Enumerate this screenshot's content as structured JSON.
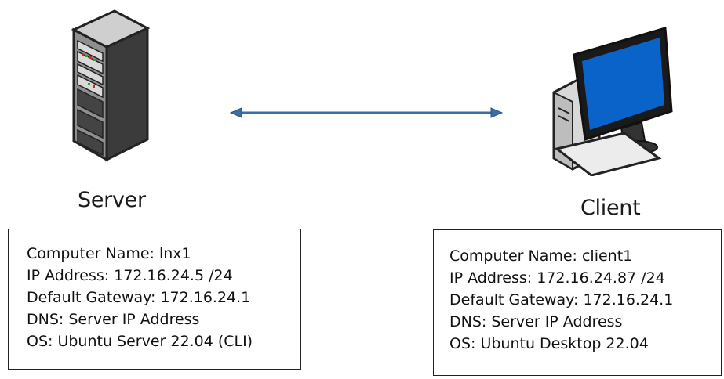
{
  "server": {
    "label": "Server",
    "icon": "server-tower-icon",
    "info": [
      "Computer Name: lnx1",
      "IP Address: 172.16.24.5 /24",
      "Default Gateway: 172.16.24.1",
      "DNS: Server IP Address",
      "OS: Ubuntu Server 22.04 (CLI)"
    ]
  },
  "client": {
    "label": "Client",
    "icon": "desktop-computer-icon",
    "info": [
      "Computer Name: client1",
      "IP Address: 172.16.24.87 /24",
      "Default Gateway: 172.16.24.1",
      "DNS: Server IP Address",
      "OS: Ubuntu Desktop 22.04"
    ]
  },
  "connection": {
    "type": "bidirectional-arrow",
    "color": "#3a6ea5"
  }
}
